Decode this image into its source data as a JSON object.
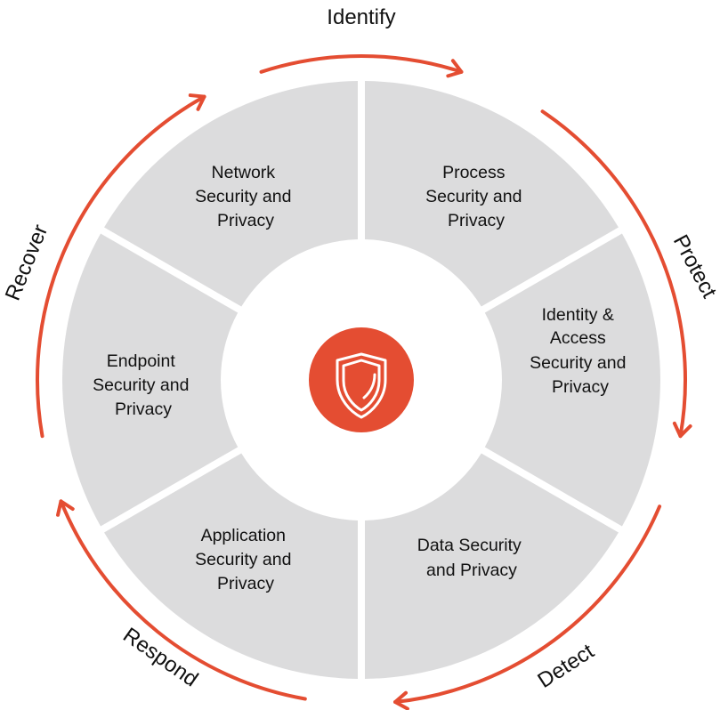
{
  "colors": {
    "accent": "#e44d32",
    "segment_fill": "#dcdcdd",
    "background": "#ffffff",
    "text": "#111111"
  },
  "center_icon": "shield-icon",
  "segments": [
    {
      "id": "network",
      "lines": [
        "Network",
        "Security and",
        "Privacy"
      ]
    },
    {
      "id": "process",
      "lines": [
        "Process",
        "Security and",
        "Privacy"
      ]
    },
    {
      "id": "identity",
      "lines": [
        "Identity &",
        "Access",
        "Security and",
        "Privacy"
      ]
    },
    {
      "id": "data",
      "lines": [
        "Data Security",
        "and Privacy"
      ]
    },
    {
      "id": "application",
      "lines": [
        "Application",
        "Security and",
        "Privacy"
      ]
    },
    {
      "id": "endpoint",
      "lines": [
        "Endpoint",
        "Security and",
        "Privacy"
      ]
    }
  ],
  "stages": [
    {
      "id": "identify",
      "label": "Identify"
    },
    {
      "id": "protect",
      "label": "Protect"
    },
    {
      "id": "detect",
      "label": "Detect"
    },
    {
      "id": "respond",
      "label": "Respond"
    },
    {
      "id": "recover",
      "label": "Recover"
    }
  ]
}
